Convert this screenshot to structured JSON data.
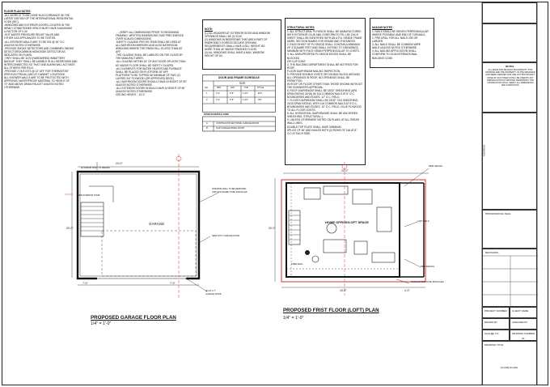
{
  "notes": {
    "floor_plan": {
      "title": "FLOOR PLAN NOTES",
      "body": "-ALL WORK IS TO BE DONE IN ACCORDANCE W/ THE\nLATEST EDITION OF THE INTERNATIONAL RESIDENTIAL\nCODE (IRC).\n-WINDOWS AND EXTERIOR DOORS LOCATED IN THE\nNEWLY CONDITIONED SPACE MUST HAVE A MAXIMUM\nU-FACTOR OF 0.30\n-HOT WATER PRESSURE RELIEF VALVE AND\nOTHER GAS APPLIANCES TO BE TESTED.\n-ALL INTERIOR WALLS ARE TO BE 2X4 @ 16\" O.C.\nUNLESS NOTED OTHERWISE.\n-PROVIDE SMOKE DETECTORS AND COMBINED SMOKE\nDETECTORS/CARBON MONOXIDE DETECTOR AS\nINDICATED ON PLANS.\n-THEY SHALL BE 110V (HARDWIRED) W/BATTERY\nBACKUP. THEY SHALL BE AUDIBLE IN ALL BEDROOMS AND\nINTERCONNECTED SO THAT ONE ALARM WILL ACTIVATE\nALL OTHERS PER R314.\n-PROVIDE 2 OUTLETS @ 12\" AFF FOR THERMOSTAT\n(PER ELECTRICAL) AND AT CABINET LOCATIONS.\nALL SHOWER WALLS ARE TO BE PROTECTED WITH\nAPPROVED WATERPROOF MATERIAL TO HEIGHT OF\n72\" AND ABOVE DRAIN FAUCET UNLESS NOTED\nOTHERWISE."
    },
    "verify": {
      "body": "-VERIFY ALL DIMENSIONS PRIOR TO BEGINNING\nFRAMING. WRITTEN DIMENSIONS TAKE PRECEDENCE\nOVER SCALED DIMENSIONS.\n-SAFETY GLAZING PER IRC R308 SHALL BE USED AT\nALL BATHROOM MIRRORS AND ALSO BATHROOM\nWINDOWS WHERE THE FINISH SILL IS LESS THAN 60\"\nAFF.\n-THE GLAZING SHALL BE LABELED ON THE GLASS BY\nTHE MANUFACTURER.\n-ALL GLAZING WITHIN 24\" OF ANY DOOR OR LESS THAN\n60\" ABOVE FLOOR SHALL BE SAFETY GLAZED.\n-ALL ELEMENTS FOR WATER HEATER AND FURNACE\nSHALL BE PLACED ON PLATFORM 18\" AFF.\nPLATFORM TO BE TOPPED W/ MINIMUM OF TWO (2)\nLAYERS 3/4\" PLYWOOD (OR APPROVED DECK).\n-ALL BATHROOM DOORS SHOULD HAVE A HEIGHT OF 80\"\nUNLESS NOTED OTHERWISE.\n-ALL EXTERIOR DOORS SHOULD HAVE A HEIGHT OF 80\"\nUNLESS NOTED OTHERWISE.\nCEILING HEIGHT - 10'-0\""
    },
    "note": {
      "title": "NOTE:",
      "body": "(1) ALL HEADERS AT EXTERIOR DOOR AND WINDOW\nOPENINGS SHALL BE (2) 2X10\n(2) WINDOWS IN BEDROOMS THAT ARE A PART OF\nEMERGENCY EGRESS SECURE OPENING\nREQUIREMENTS SHALL HAVE A SILL HEIGHT NO\nMORE THAN 44\" ABOVE FINISHED FLOOR.\n(3) ALL WINDOWS SHALL HAVE A MAX. WINDOW\nHEIGHT OF 84"
    },
    "structural": {
      "title": "STRUCTURAL NOTES",
      "body": "1. ALL STRUCTURAL PLYWOOD SHALL BE MANUFACTURED\nWITH EXTERIOR GLUE AND CONFORM TO PS-1-95. EACH\nSHEET SHALL BE IDENTIFIED WITH AN A.P.A. GRADE TRADE\nMARK, SECTION NAMES FOR GRADE AND THICKNESS.\n2. EACH SHEET OF PLYWOOD SHALL CONTAIN A MINIMUM\nOF 3 SQUARE FEET AND SHALL EXTEND TO 3 BEARINGS\nMINIMUM WITH FACE GRAIN PERPENDICULAR TO JOISTS.\n3. ALL UNSUPPORTED PLYWOOD EDGES SHALL BE BLOCKED\nOR CLIP JOINT.\n4. THE BUILDING DEPARTMENT SHALL BE NOTIFIED FOR ROOF\nFLOOR DIAPHRAGM NAILING INSPECTION.\n5. PROVIDE DOUBLE JOISTS OR DOUBLE BLOCK AROUND\nALL OPENINGS IN ROOF, NO OPENINGS SHALL BE PERMITTED\nIN ROOF OR FLOOR OTHER THAN THOSE SHOWN WITHOUT\nTHE ENGINEER'S APPROVAL.\n6. ROOF DIAPHRAGM SHALL BE 15/32\" SHEATHING (APA\nSPAN RATING 32/16) W/ 10d COMMON NAILS AT 6\" O.C.\nBOUNDARIES AND EDGES, 12\" O.C. FIELD.\n7. FLOOR DIAPHRAGM SHALL BE 23/32\" T&G SHEATHING,\n24/16 SPAN RATING, WITH 10d COMMON NAILS AT 6\"O.C.\nBOUNDARIES AND EDGES, 10\" O.C. FIELD. GLUE PLYWOOD\nTO ALL FLOOR JOISTS.\n8. ALL HORIZONTAL DIAPHRAGMS SHALL BE ANCHORED\nSHEATHING, STRUCTURAL 1.\n9. UNLESS OTHERWISE NOTED ON PLANS, AT ALL SHEAR WALL LINES,\nDOUBLE TOP PLATE SHALL HAVE MINIMUM\nSPLICE OF 48\" AND NAILED WITH (2) ROWS OF 16d AT 8\"\nO.C AT EACH SIDE."
    },
    "nailing": {
      "title": "NAILING NOTES",
      "body": "1. NAILS SHALL BE DRIVEN PERPENDICULAR\nWHERE POSSIBLE AND END OF TOENAILS.\n2. PRE-DRILL FOR ALL NAILS 20D OR\nLARGER.\n3. ALL NAILS SHALL BE COMMON WIRE\nNAILS UNLESS NOTED OTHERWISE.\n4. ALL NAILING APPLICATION SHALL\nCONFORM TO 2018 INTERNATIONAL\nBUILDING CODE."
    }
  },
  "door_schedule": {
    "title": "DOOR AND FRAME SCHEDULE",
    "size_header": "SIZE",
    "headers": [
      "NO",
      "WID",
      "HGT",
      "THK",
      "STYLE"
    ],
    "rows": [
      [
        "1",
        "3'-0\"",
        "6'-8\"",
        "1 3/4\"",
        "EXT."
      ],
      [
        "2",
        "3'-0\"",
        "6'-8\"",
        "1 3/4\"",
        "INT."
      ]
    ],
    "symbol_title": "DOOR SCHEDULE CODE",
    "code_rows": [
      [
        "A",
        "CONTINUOUS SECTIONAL GARAGE DOOR"
      ],
      [
        "B",
        "SLIP GARAGE PANEL DOOR"
      ]
    ]
  },
  "plans": {
    "garage": {
      "title": "PROPOSED GARAGE FLOOR PLAN",
      "scale": "1/4\" = 1'-0\"",
      "room": "GARAGE",
      "dims": [
        "24'-0\"",
        "20'-0\"",
        "7'-0\"",
        "7'-0\""
      ],
      "callouts": [
        "EXTERIOR WALL TO REMAIN",
        "NEW INTERIOR STAIR",
        "INTERIOR WALL TO BE REMOVED\nAND 2X4 FRAME TO BE INSTALLED",
        "NEW 16'X7' GARAGE DOOR",
        "(E) 16' X 7'\nGARAGE DOOR"
      ]
    },
    "first_floor": {
      "title": "PROPOSED FRIST FLOOR (LOFT) PLAN",
      "scale": "1/4\" = 1'-0\"",
      "room": "HOME OFFICE/LOFT SPACE",
      "dims": [
        "24'-0\"",
        "20'-0\"",
        "15'-0\"",
        "4'-0\""
      ],
      "callouts": [
        "NEW CEILING",
        "LOFT WALK",
        "NEW RAILING",
        "KNEE WALL",
        "RAIN/GUTTER TO BE INSTALLED"
      ]
    }
  },
  "title_block": {
    "firm_title": "NOTES",
    "firm_text": "ALL IDEAS AND DESIGNS INDICATED BY THIS DRAWING ARE THE PROPERTY OF THE DESIGNER AND WERE CREATED FOR USE ON THIS PROJECT. NONE OF SUCH IDEAS SHALL BE USED BY ANY PERSON WITHOUT WRITTEN PERMISSION. THE CONTRACTOR SHALL VERIFY ALL DIMENSIONS AND CONDITIONS.",
    "address": "ADDRESS",
    "professional": "PROFESSIONAL SEAL",
    "revisions": "REVISIONS",
    "project_number": "PROJECT NUMBER",
    "client_name": "CLIENT NAME",
    "drawn_by": "DRAWN BY",
    "checked_by": "CHECKED BY",
    "scale_label": "SCALE",
    "scale_value": "@ 2'4\"",
    "drawing_number": "DRAWING NUMBER",
    "sheet_no": "A1",
    "drawing_title": "DRAWING TITLE",
    "drawing_title_value": "FLOOR PLANS"
  }
}
